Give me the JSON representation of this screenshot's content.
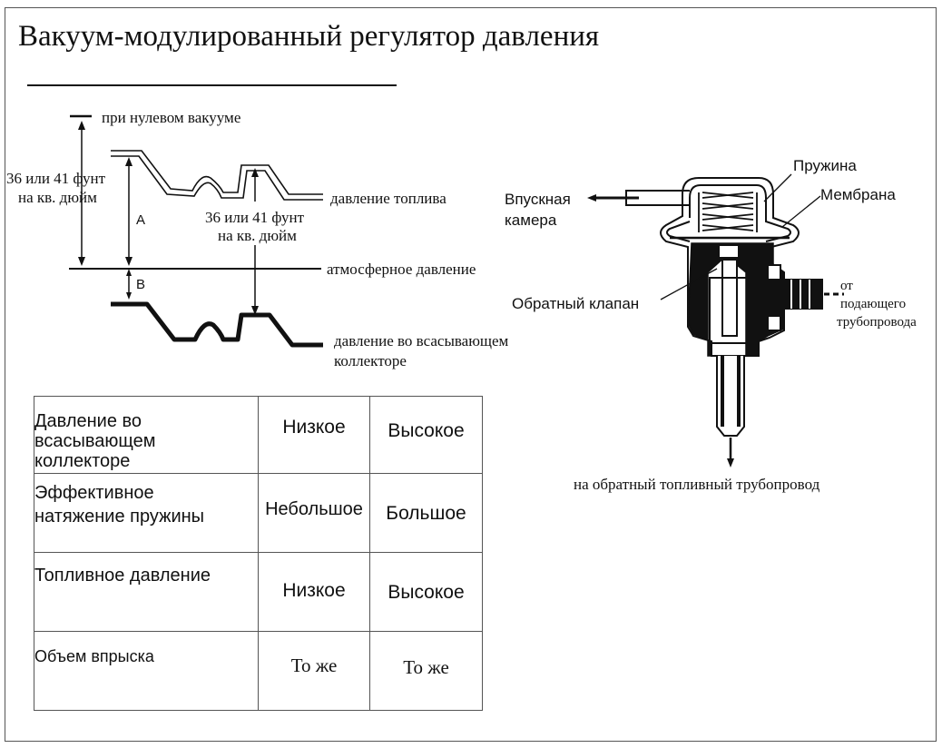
{
  "title": "Вакуум-модулированный регулятор давления",
  "graph": {
    "zero_vacuum": "при нулевом вакууме",
    "left_pressure_l1": "36 или 41 фунт",
    "left_pressure_l2": "на кв. дюйм",
    "mid_pressure_l1": "36 или 41 фунт",
    "mid_pressure_l2": "на кв. дюйм",
    "marker_a": "A",
    "marker_b": "B",
    "fuel_pressure": "давление топлива",
    "atmospheric_pressure": "атмосферное давление",
    "manifold_pressure_l1": "давление во всасывающем",
    "manifold_pressure_l2": "коллекторе"
  },
  "regulator": {
    "spring": "Пружина",
    "membrane": "Мембрана",
    "intake_l1": "Впускная",
    "intake_l2": "камера",
    "check_valve": "Обратный клапан",
    "supply_l1": "от",
    "supply_l2": "подающего",
    "supply_l3": "трубопровода",
    "return_line": "на обратный топливный трубопровод"
  },
  "table": {
    "rows": [
      {
        "label_lines": [
          "Давление во",
          "всасывающем",
          "коллекторе"
        ],
        "low": "Низкое",
        "high": "Высокое"
      },
      {
        "label_lines": [
          "Эффективное",
          "натяжение пружины"
        ],
        "low": "Небольшое",
        "high": "Большое"
      },
      {
        "label_lines": [
          "Топливное давление"
        ],
        "low": "Низкое",
        "high": "Высокое"
      },
      {
        "label_lines": [
          "Объем впрыска"
        ],
        "low": "То же",
        "high": "То же"
      }
    ]
  }
}
